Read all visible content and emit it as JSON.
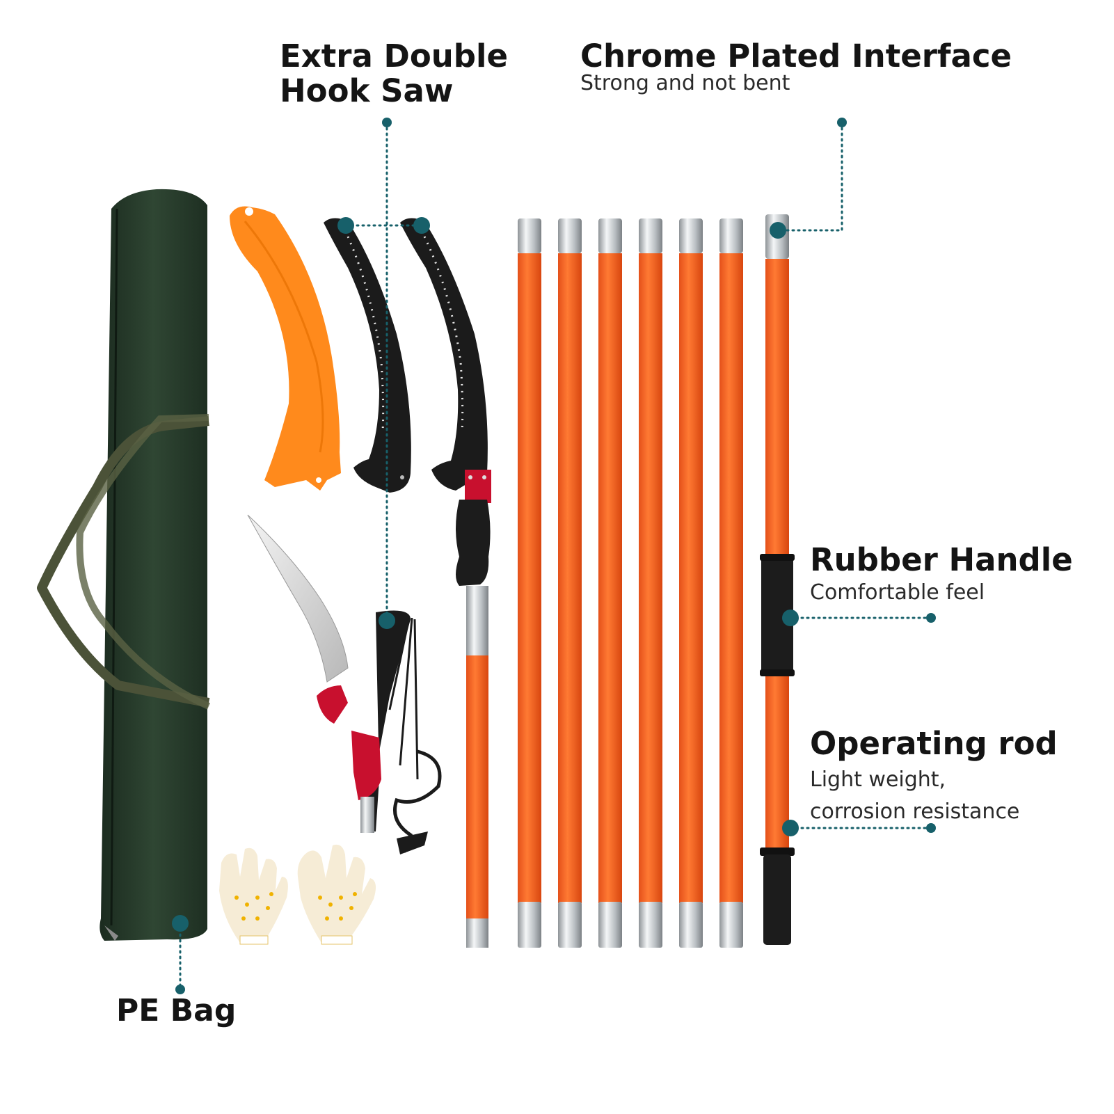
{
  "colors": {
    "leader": "#17606a",
    "pole": "#f26522",
    "pole_dark": "#d9480f",
    "chrome": "#c9cdd1",
    "bag": "#263a2a",
    "strap": "#4b5238",
    "handle": "#1c1c1c",
    "saw_blade": "#1a1a1a",
    "sheath": "#ff8a1c",
    "pruner_red": "#c8102e"
  },
  "callouts": {
    "hook_saw": {
      "title": "Extra Double\nHook Saw"
    },
    "interface": {
      "title": "Chrome Plated Interface",
      "subtitle": "Strong and not bent"
    },
    "rubber_handle": {
      "title": "Rubber Handle",
      "subtitle": "Comfortable feel"
    },
    "operating_rod": {
      "title": "Operating rod",
      "subtitle": "Light weight,\ncorrosion resistance"
    },
    "pe_bag": {
      "title": "PE Bag"
    }
  },
  "product": {
    "pole_section_count": 7,
    "items": [
      "pe-bag",
      "saw-sheath",
      "hook-saw",
      "hook-saw",
      "pruner-head",
      "saw-blade",
      "gloves",
      "extension-poles",
      "handle-pole"
    ]
  }
}
